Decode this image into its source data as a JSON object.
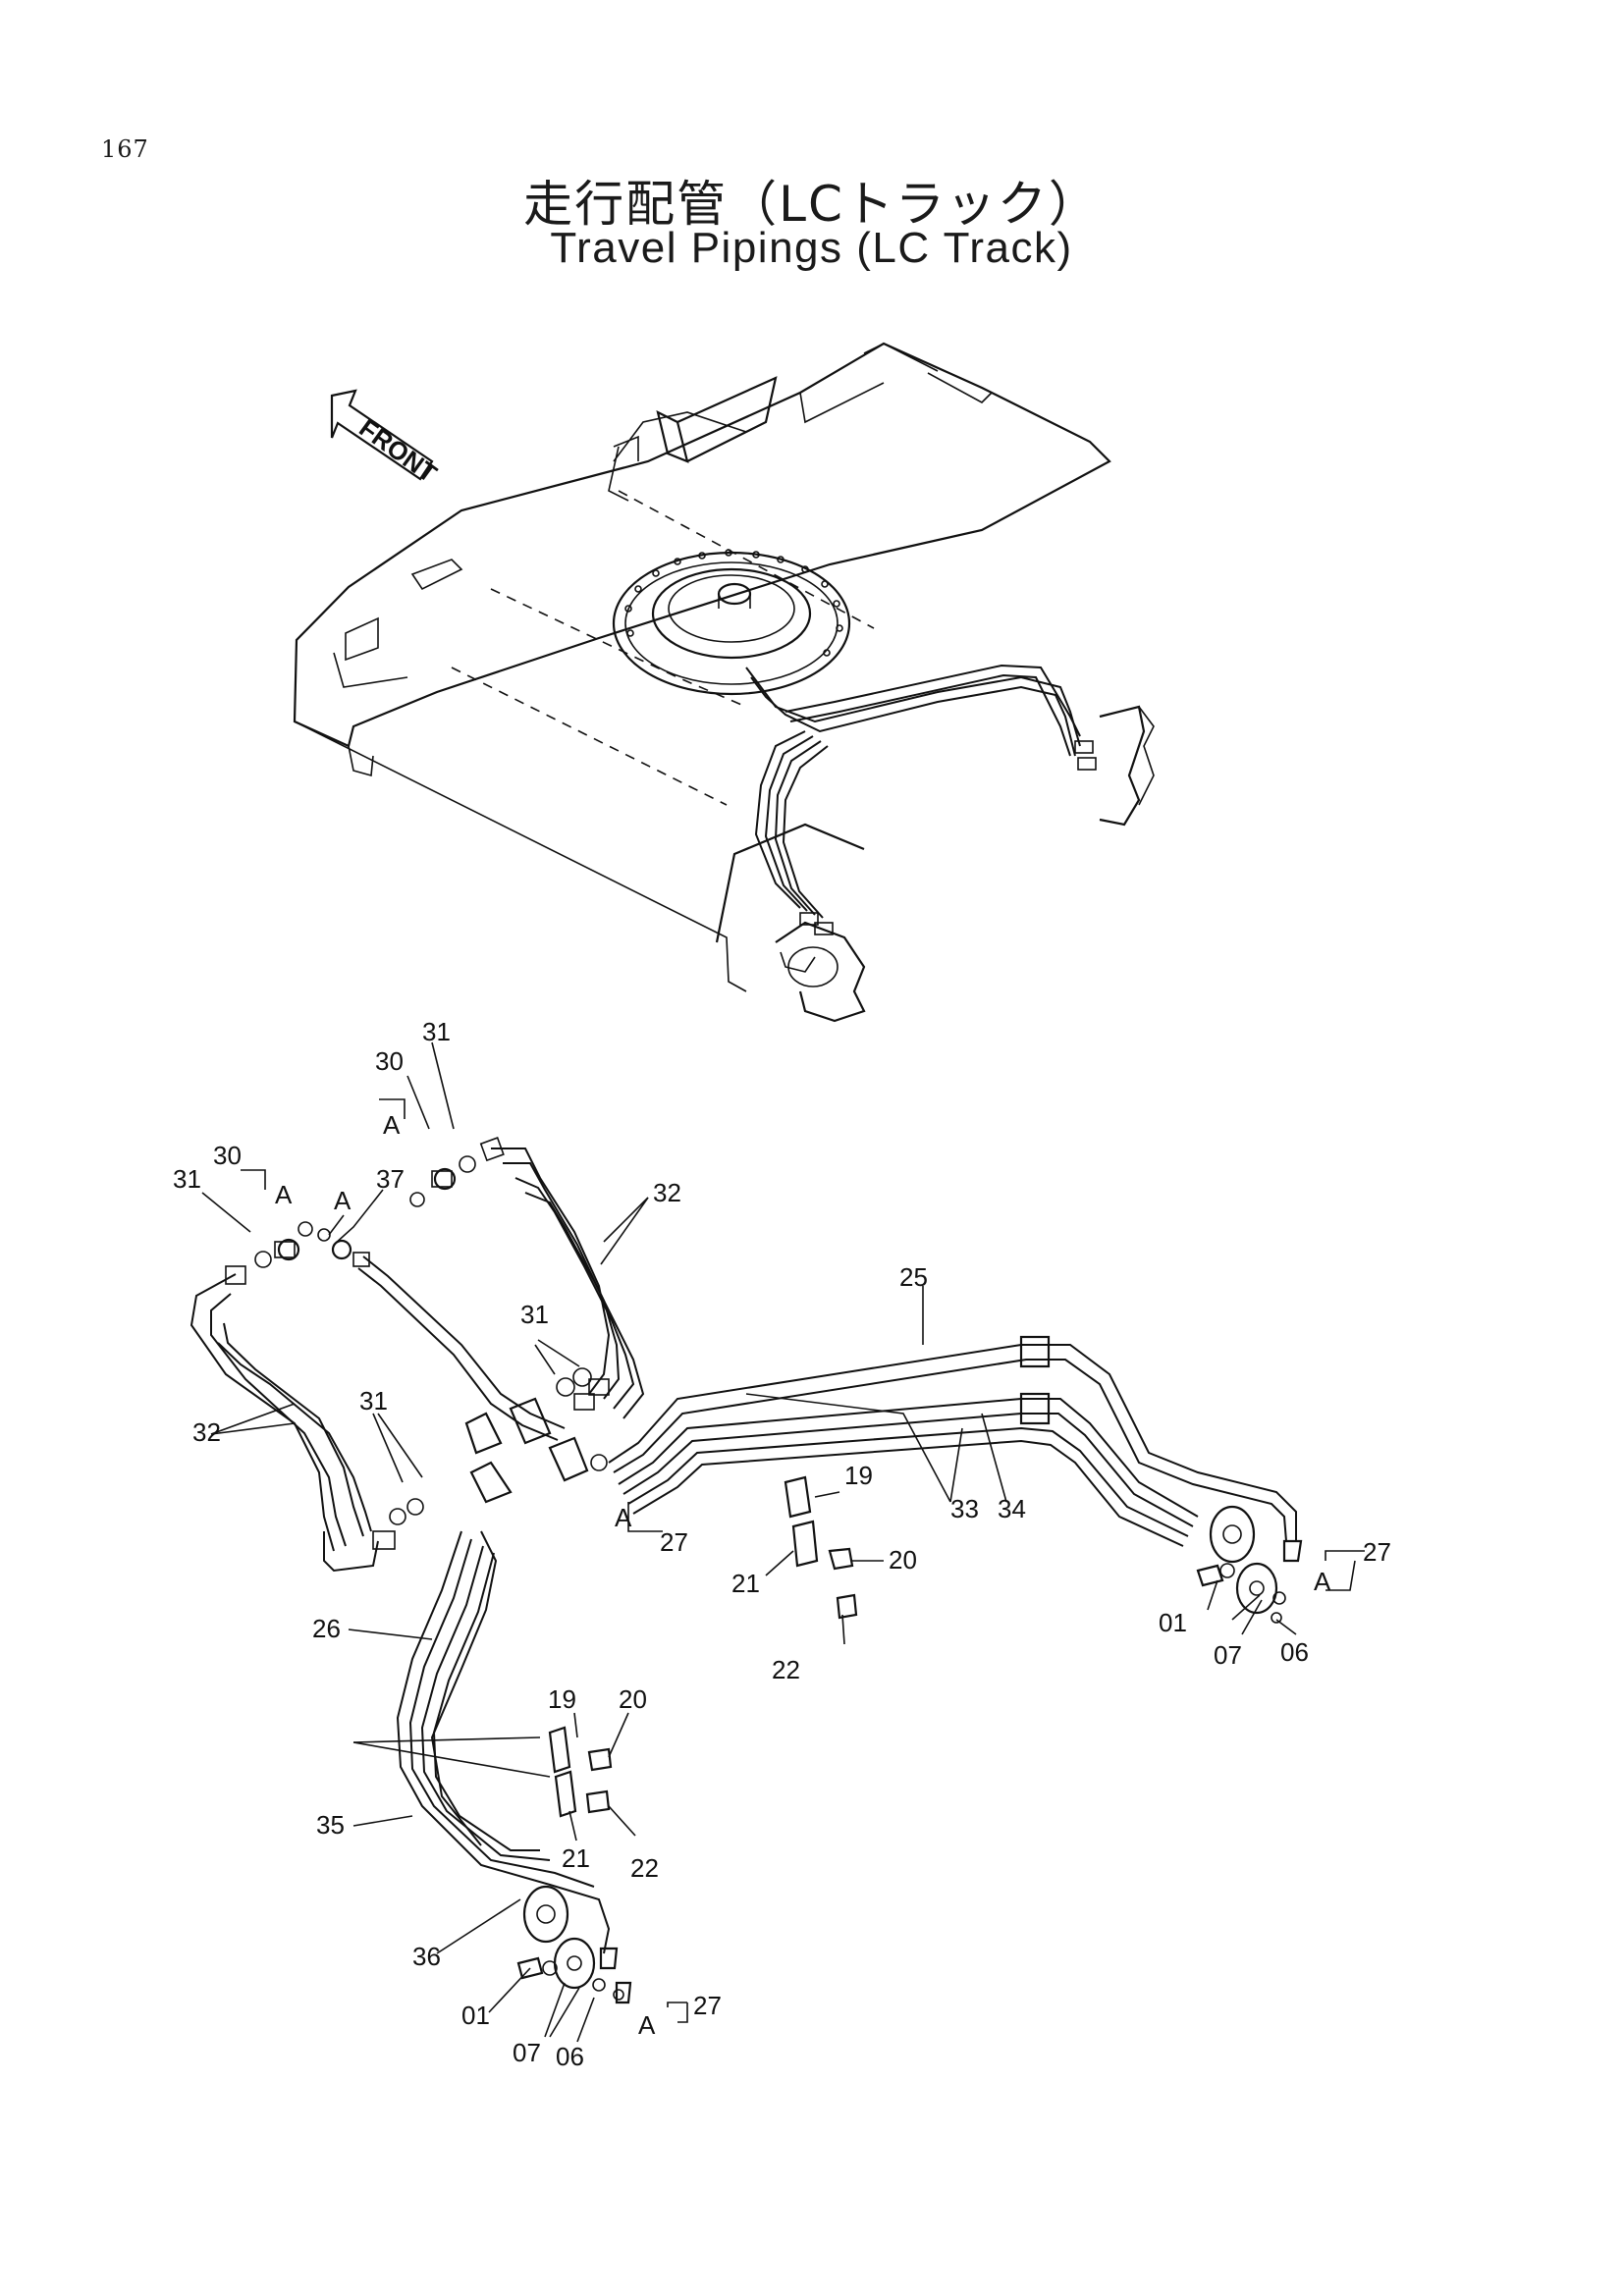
{
  "page_number": "167",
  "title_jp": "走行配管（LCトラック）",
  "title_en": "Travel Pipings (LC Track)",
  "front_label": "FRONT",
  "callouts": {
    "c31a": "31",
    "c30a": "30",
    "cAa": "A",
    "c31b": "31",
    "c30b": "30",
    "cAb": "A",
    "c37": "37",
    "cAc": "A",
    "c32a": "32",
    "c32b": "32",
    "c31c": "31",
    "c31d": "31",
    "cA_mid": "A",
    "c27_mid": "27",
    "c25": "25",
    "c19a": "19",
    "c20a": "20",
    "c21a": "21",
    "c22a": "22",
    "c33": "33",
    "c34": "34",
    "c27_r": "27",
    "cA_r": "A",
    "c01_r": "01",
    "c07_r": "07",
    "c06_r": "06",
    "c26": "26",
    "c19b": "19",
    "c20b": "20",
    "c22b": "22",
    "c21b": "21",
    "c35": "35",
    "c36": "36",
    "c01_l": "01",
    "c07_l": "07",
    "c06_l": "06",
    "c27_l": "27",
    "cA_l": "A"
  }
}
